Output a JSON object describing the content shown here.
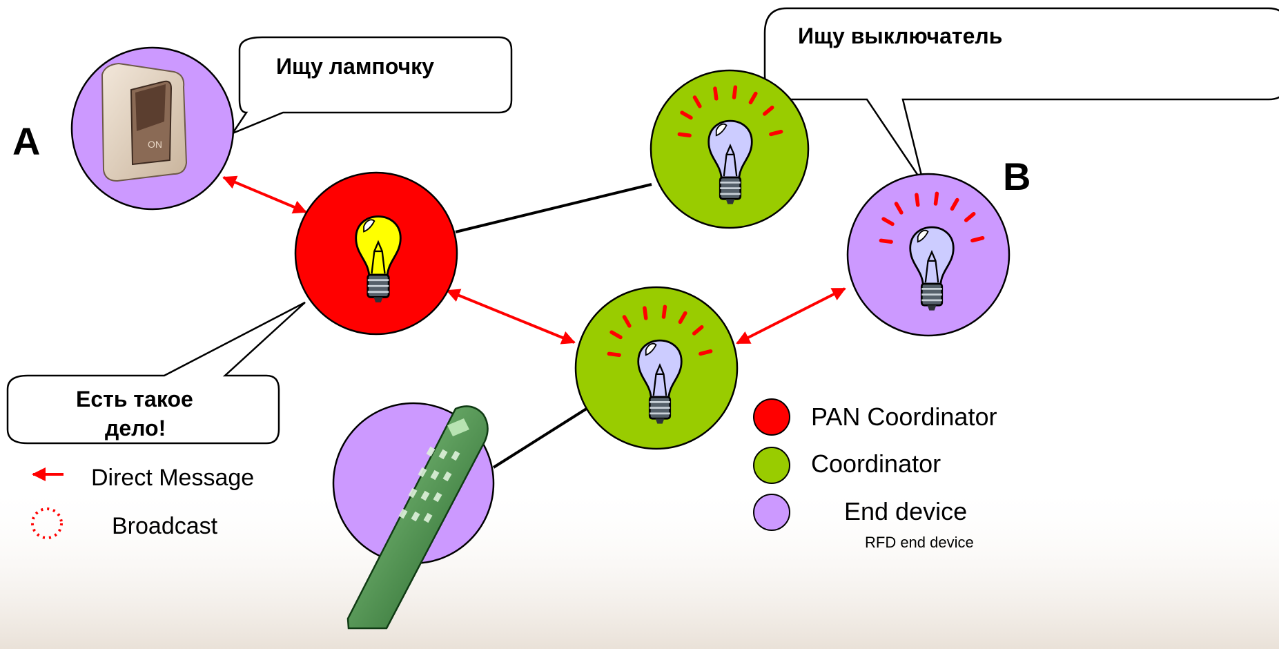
{
  "labels": {
    "node_a": "А",
    "node_b": "В"
  },
  "bubbles": {
    "looking_for_bulb": "Ищу лампочку",
    "looking_for_switch": "Ищу выключатель",
    "reply_line1": "Есть такое",
    "reply_line2": "дело!"
  },
  "legend": {
    "direct_message": "Direct Message",
    "broadcast": "Broadcast",
    "pan_coordinator": "PAN Coordinator",
    "coordinator": "Coordinator",
    "end_device": "End device",
    "rfd_end_device": "RFD end device"
  },
  "colors": {
    "pan_coordinator": "#ff0000",
    "coordinator": "#99cc00",
    "end_device": "#cc99ff",
    "direct_message_arrow": "#ff0000",
    "broadcast_ring": "#ff0000",
    "link": "#000000"
  },
  "icons": {
    "switch_node": "toggle-switch-icon",
    "bulb_nodes": "light-bulb-icon",
    "remote_node": "remote-control-icon"
  }
}
